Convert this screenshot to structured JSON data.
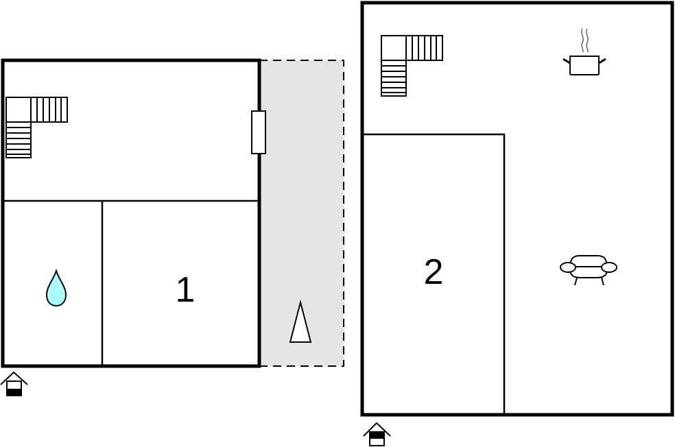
{
  "floor_plan": {
    "colors": {
      "wall": "#000000",
      "terrace_fill": "#e5e5e5",
      "water": "#aaffff",
      "background": "#ffffff",
      "steam": "#888888"
    },
    "floors": [
      {
        "id": "ground-floor",
        "rooms": [
          {
            "id": "living-upper",
            "label": ""
          },
          {
            "id": "bathroom",
            "label": "",
            "icon": "water-drop-icon"
          },
          {
            "id": "bedroom-1",
            "label": "1"
          }
        ],
        "terrace": {
          "icon": "parasol-icon"
        },
        "door": {
          "icon": "door-icon"
        },
        "stairs": {
          "icon": "stairs-icon"
        },
        "entrance": {
          "icon": "entrance-icon"
        }
      },
      {
        "id": "upper-floor",
        "rooms": [
          {
            "id": "bedroom-2",
            "label": "2"
          },
          {
            "id": "kitchen-living",
            "label": "",
            "icons": [
              "cooking-pot-icon",
              "sofa-icon"
            ]
          }
        ],
        "stairs": {
          "icon": "stairs-icon"
        },
        "entrance": {
          "icon": "entrance-icon"
        }
      }
    ]
  }
}
